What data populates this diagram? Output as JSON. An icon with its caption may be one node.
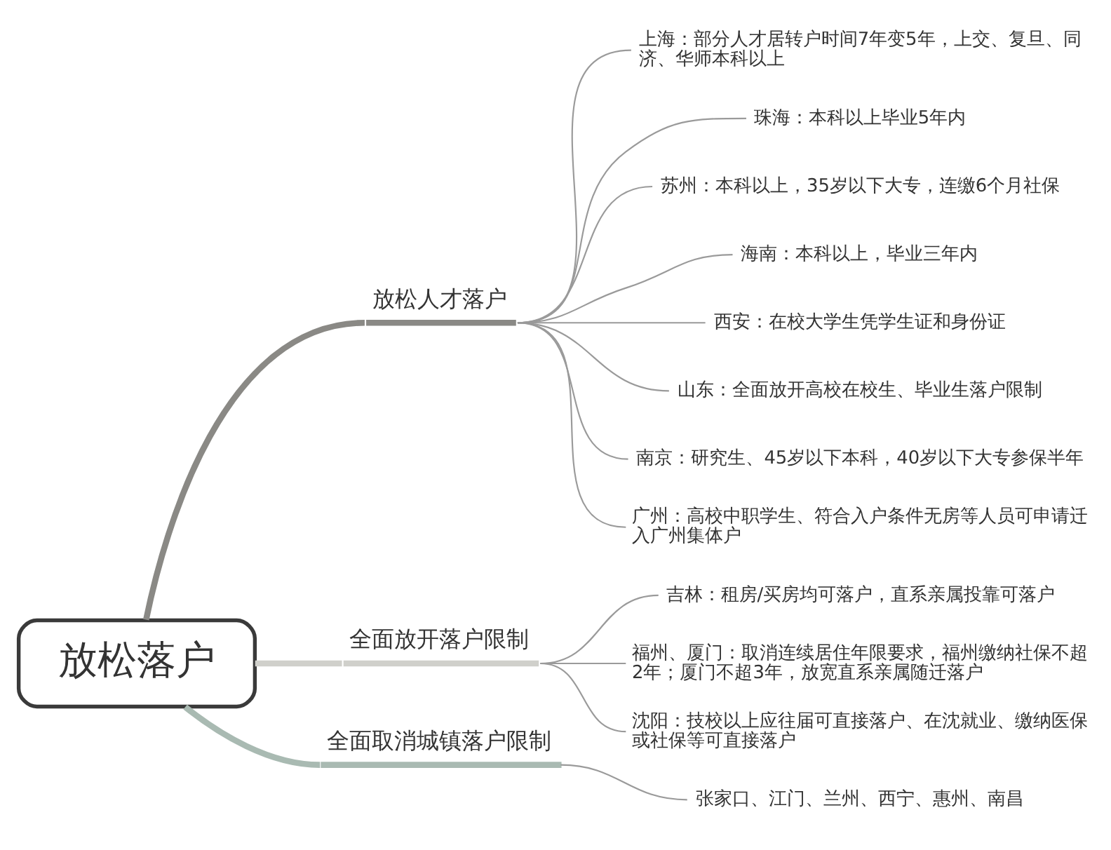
{
  "diagram": {
    "nodes": [
      {
        "text": [
          "放松落户"
        ]
      },
      {
        "text": [
          "放松人才落户"
        ]
      },
      {
        "text": [
          "上海：部分人才居转户时间7年变5年，上交、复旦、同济、华师本科以上"
        ]
      },
      {
        "text": [
          "珠海：本科以上毕业5年内"
        ]
      },
      {
        "text": [
          "苏州：本科以上，35岁以下大专，连缴6个月社保"
        ]
      },
      {
        "text": [
          "海南：本科以上，毕业三年内"
        ]
      },
      {
        "text": [
          "西安：在校大学生凭学生证和身份证"
        ]
      },
      {
        "text": [
          "山东：全面放开高校在校生、毕业生落户限制"
        ]
      },
      {
        "text": [
          "南京：研究生、45岁以下本科，40岁以下大专参保半年"
        ]
      },
      {
        "text": [
          "广州：高校中职学生、符合入户条件无房等人员可申请迁入广州集体户"
        ]
      },
      {
        "text": [
          "全面放开落户限制"
        ]
      },
      {
        "text": [
          "吉林：租房/买房均可落户，直系亲属投靠可落户"
        ]
      },
      {
        "text": [
          "福州、厦门：取消连续居住年限要求，福州缴纳社保不超2年；厦门不超3年，放宽直系亲属随迁落户"
        ]
      },
      {
        "text": [
          "沈阳：技校以上应往届可直接落户、在沈就业、缴纳医保或社保等可直接落户"
        ]
      },
      {
        "text": [
          "全面取消城镇落户限制"
        ]
      },
      {
        "text": [
          "张家口、江门、兰州、西宁、惠州、南昌"
        ]
      }
    ],
    "edges": [
      {
        "from": 0,
        "to": 1,
        "arrow": "none",
        "style": "thick",
        "color": "#8a8985"
      },
      {
        "from": 1,
        "to": 2,
        "arrow": "none"
      },
      {
        "from": 1,
        "to": 3,
        "arrow": "none"
      },
      {
        "from": 1,
        "to": 4,
        "arrow": "none"
      },
      {
        "from": 1,
        "to": 5,
        "arrow": "none"
      },
      {
        "from": 1,
        "to": 6,
        "arrow": "none"
      },
      {
        "from": 1,
        "to": 7,
        "arrow": "none"
      },
      {
        "from": 1,
        "to": 8,
        "arrow": "none"
      },
      {
        "from": 1,
        "to": 9,
        "arrow": "none"
      },
      {
        "from": 0,
        "to": 10,
        "arrow": "none",
        "style": "thick",
        "color": "#d0d0cb"
      },
      {
        "from": 10,
        "to": 11,
        "arrow": "none"
      },
      {
        "from": 10,
        "to": 12,
        "arrow": "none"
      },
      {
        "from": 10,
        "to": 13,
        "arrow": "none"
      },
      {
        "from": 0,
        "to": 14,
        "arrow": "none",
        "style": "thick",
        "color": "#a9bab2"
      },
      {
        "from": 14,
        "to": 15,
        "arrow": "none"
      }
    ]
  }
}
